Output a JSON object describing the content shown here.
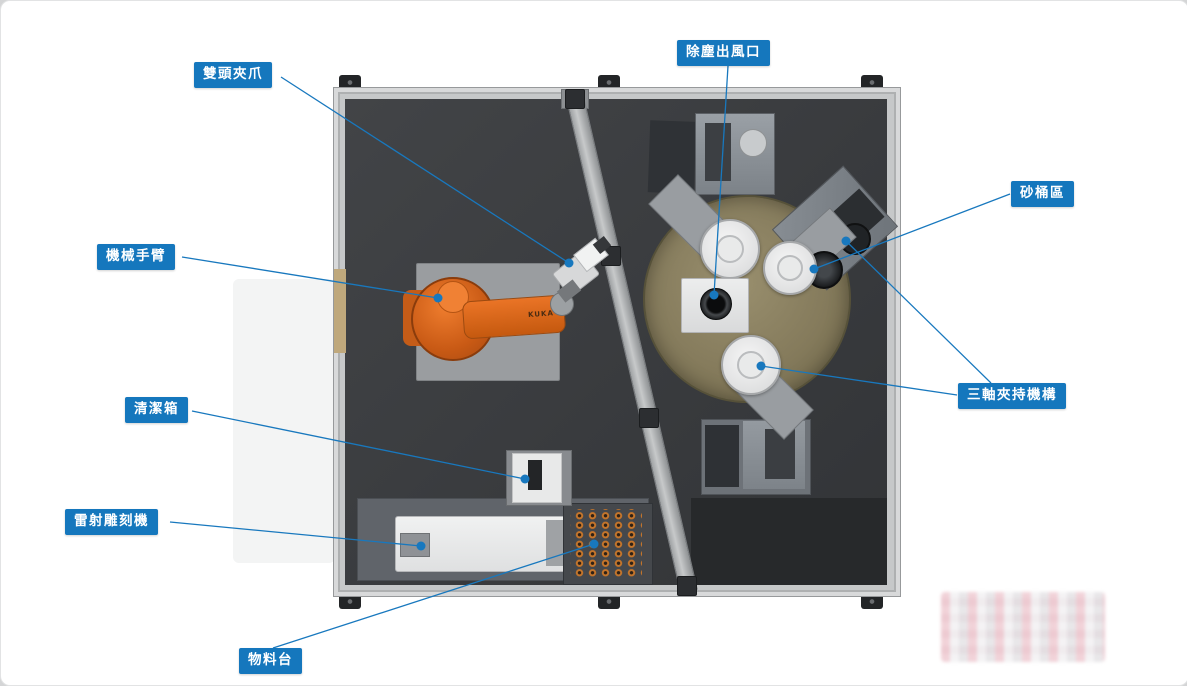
{
  "labels": [
    {
      "id": "double-head-gripper",
      "text": "雙頭夾爪"
    },
    {
      "id": "dust-outlet",
      "text": "除塵出風口"
    },
    {
      "id": "sand-bucket-area",
      "text": "砂桶區"
    },
    {
      "id": "robot-arm",
      "text": "機械手臂"
    },
    {
      "id": "three-axis-clamp",
      "text": "三軸夾持機構"
    },
    {
      "id": "cleaning-box",
      "text": "清潔箱"
    },
    {
      "id": "laser-engraver",
      "text": "雷射雕刻機"
    },
    {
      "id": "material-table",
      "text": "物料台"
    }
  ],
  "robot": {
    "brand": "KUKA"
  },
  "colors": {
    "label_blue": "#1577bd",
    "leader_blue": "#1878be",
    "robot_orange": "#d4611c",
    "turntable_tan": "#857b5d"
  }
}
